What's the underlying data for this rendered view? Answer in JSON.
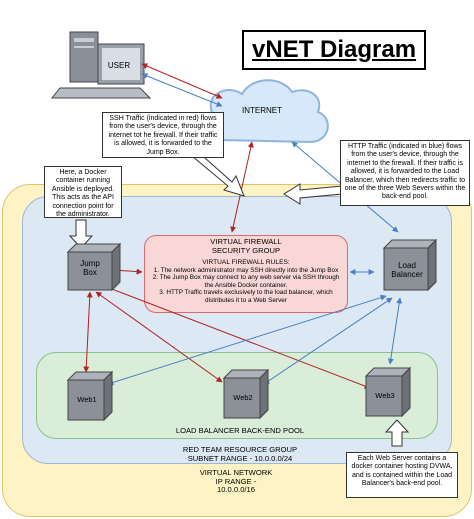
{
  "title": "vNET Diagram",
  "nodes": {
    "user": "USER",
    "internet": "INTERNET",
    "jump_box": "Jump\nBox",
    "load_balancer": "Load\nBalancer",
    "web1": "Web1",
    "web2": "Web2",
    "web3": "Web3"
  },
  "notes": {
    "ssh": "SSH Traffic (indicated in red) flows from the user's device, through the internet tot he firewall. If their traffic is allowed, it is forwarded to the Jump Box.",
    "http": "HTTP Traffic (indicated in blue) flows from the user's device, through the internet to the firewall. If their traffic is allowed, it is forwarded to the Load Balancer, which then redirects traffic to one of the three Web Severs within the back-end pool.",
    "docker": "Here, a Docker container running Ansible is deployed. This acts as the API connection point for the administrator.",
    "web_server": "Each Web Server contains a docker container hosting DVWA, and is contained within the Load Balancer's back-end pool."
  },
  "firewall": {
    "title": "VIRTUAL FIREWALL\nSECURITY GROUP",
    "rules_heading": "VIRTUAL FIREWALL RULES:",
    "rules": [
      "1. The network administrator may SSH directly into the Jump Box",
      "2. The Jump Box may connect to any web server via SSH through the Ansible Docker container.",
      "3. HTTP Traffic travels exclusively to the load balancer, which distributes it to a Web Server"
    ]
  },
  "regions": {
    "pool": "LOAD BALANCER BACK-END POOL",
    "resource_group": "RED TEAM RESOURCE GROUP\nSUBNET RANGE - 10.0.0.0/24",
    "vnet": "VIRTUAL NETWORK\nIP RANGE -\n10.0.0.0/16"
  },
  "colors": {
    "ssh": "#b22222",
    "http": "#4a7fc1",
    "vnet_fill": "#fdf3c4",
    "rg_fill": "#dde8f5",
    "pool_fill": "#d9edd9",
    "firewall_fill": "#f9d7d7"
  }
}
